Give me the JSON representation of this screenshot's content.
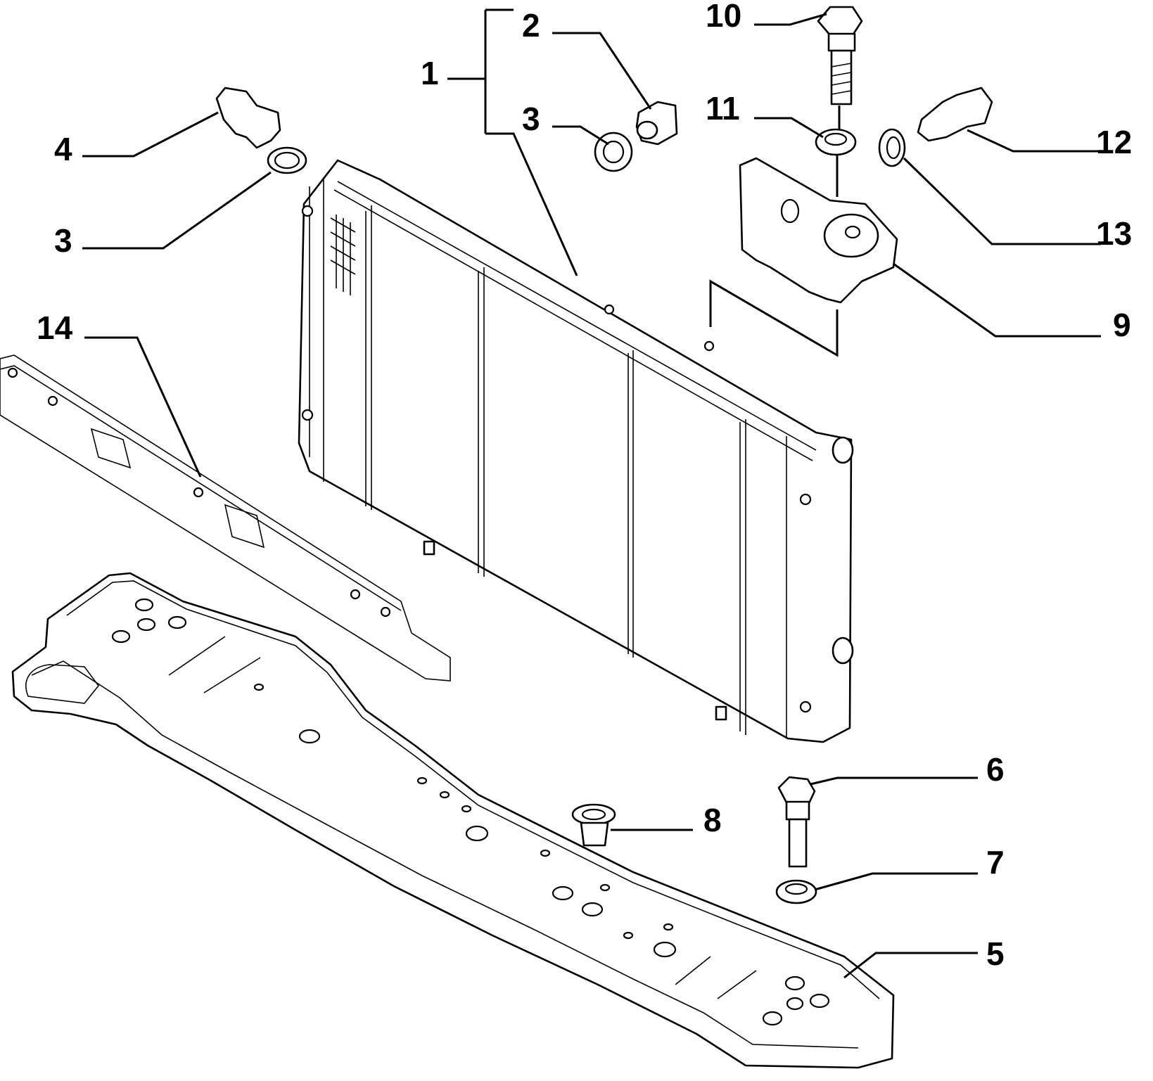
{
  "diagram": {
    "callouts": [
      {
        "id": "c1",
        "label": "1"
      },
      {
        "id": "c2",
        "label": "2"
      },
      {
        "id": "c3a",
        "label": "3"
      },
      {
        "id": "c3b",
        "label": "3"
      },
      {
        "id": "c4",
        "label": "4"
      },
      {
        "id": "c5",
        "label": "5"
      },
      {
        "id": "c6",
        "label": "6"
      },
      {
        "id": "c7",
        "label": "7"
      },
      {
        "id": "c8",
        "label": "8"
      },
      {
        "id": "c9",
        "label": "9"
      },
      {
        "id": "c10",
        "label": "10"
      },
      {
        "id": "c11",
        "label": "11"
      },
      {
        "id": "c12",
        "label": "12"
      },
      {
        "id": "c13",
        "label": "13"
      },
      {
        "id": "c14",
        "label": "14"
      }
    ]
  }
}
